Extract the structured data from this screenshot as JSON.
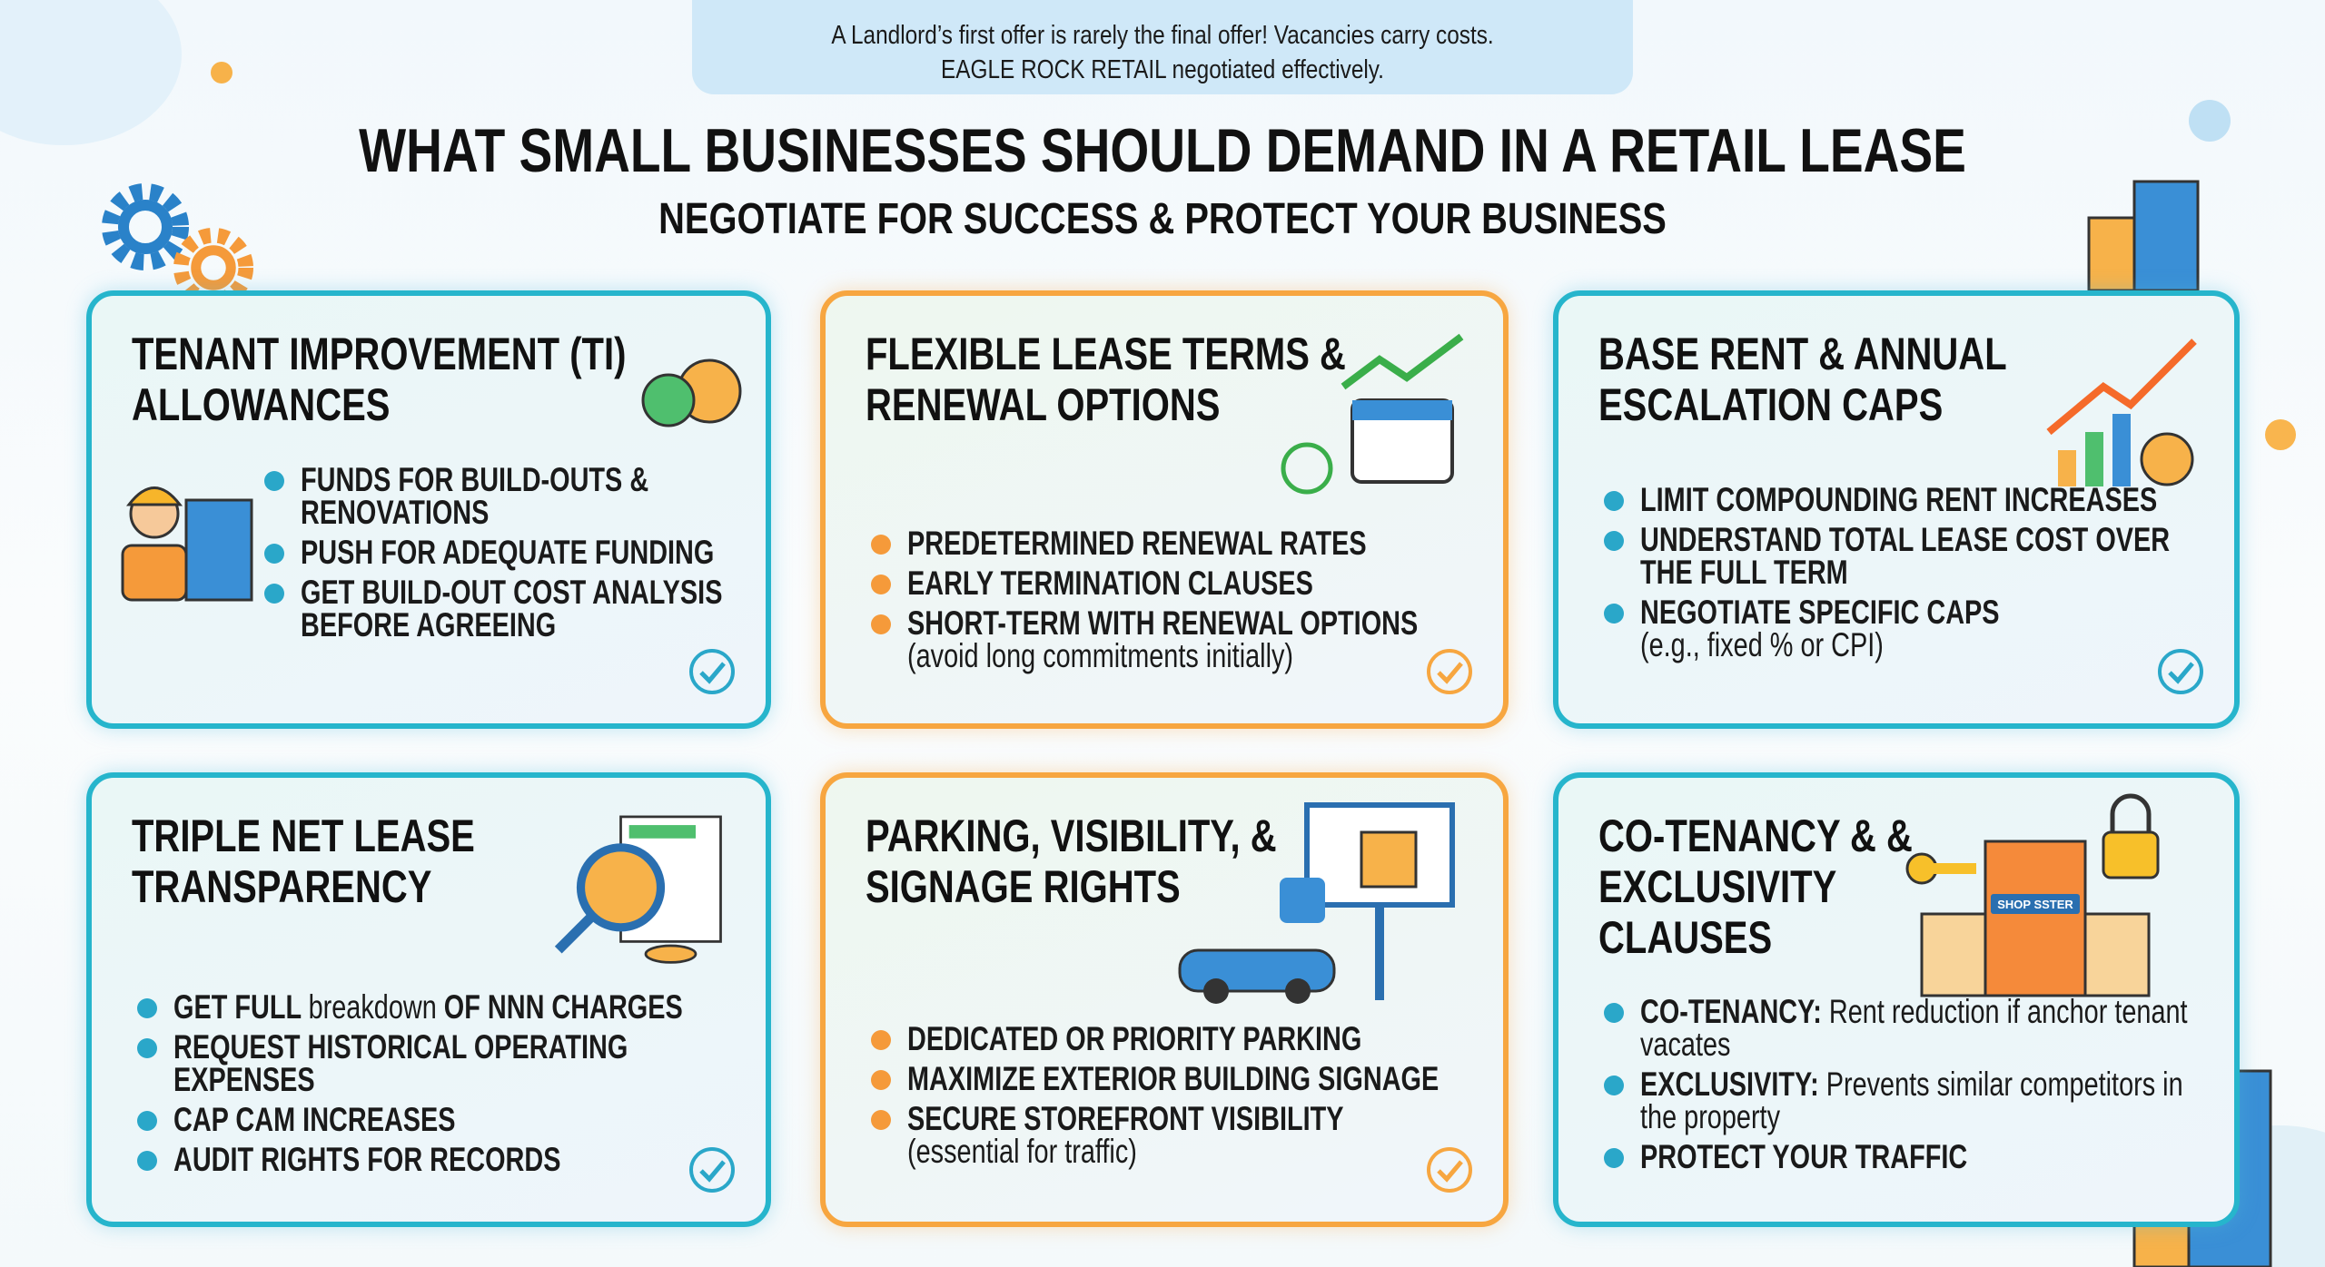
{
  "banner": {
    "line1": "A Landlord’s first offer is rarely the final offer! Vacancies carry costs.",
    "line2": "EAGLE ROCK RETAIL negotiated effectively."
  },
  "title": "WHAT SMALL BUSINESSES SHOULD DEMAND IN A RETAIL LEASE",
  "subtitle": "NEGOTIATE FOR SUCCESS & PROTECT YOUR BUSINESS",
  "colors": {
    "teal": "#26b5cc",
    "orange": "#f7a640",
    "bullet_teal": "#2aa7c9",
    "bullet_orange": "#f59a3a"
  },
  "cards": [
    {
      "title": "TENANT IMPROVEMENT (TI) ALLOWANCES",
      "icon": "worker-blueprint-money-bags-icon",
      "bullets": [
        {
          "bold": "FUNDS FOR BUILD-OUTS & RENOVATIONS",
          "normal": ""
        },
        {
          "bold": "PUSH FOR ADEQUATE FUNDING",
          "normal": ""
        },
        {
          "bold": "GET BUILD-OUT COST ANALYSIS BEFORE AGREEING",
          "normal": ""
        }
      ]
    },
    {
      "title": "FLEXIBLE LEASE TERMS & RENEWAL OPTIONS",
      "icon": "calendar-trend-icon",
      "bullets": [
        {
          "bold": "PREDETERMINED RENEWAL RATES",
          "normal": ""
        },
        {
          "bold": "EARLY TERMINATION CLAUSES",
          "normal": ""
        },
        {
          "bold": "SHORT-TERM WITH RENEWAL OPTIONS",
          "normal": "(avoid long commitments initially)"
        }
      ]
    },
    {
      "title": "BASE RENT & ANNUAL ESCALATION CAPS",
      "icon": "bar-chart-coin-icon",
      "bullets": [
        {
          "bold": "LIMIT COMPOUNDING RENT INCREASES",
          "normal": ""
        },
        {
          "bold": "UNDERSTAND TOTAL LEASE COST OVER THE FULL TERM",
          "normal": ""
        },
        {
          "bold": "NEGOTIATE SPECIFIC CAPS",
          "normal": "(e.g., fixed % or CPI)"
        }
      ]
    },
    {
      "title": "TRIPLE NET LEASE TRANSPARENCY",
      "icon": "magnifier-spreadsheet-coins-icon",
      "bullets": [
        {
          "bold": "GET FULL ",
          "mid": "breakdown",
          "tail": " OF NNN CHARGES"
        },
        {
          "bold": "REQUEST HISTORICAL OPERATING EXPENSES",
          "normal": ""
        },
        {
          "bold": "CAP CAM INCREASES",
          "normal": ""
        },
        {
          "bold": "AUDIT RIGHTS FOR RECORDS",
          "normal": ""
        }
      ]
    },
    {
      "title": "PARKING, VISIBILITY, & SIGNAGE RIGHTS",
      "icon": "car-parking-billboard-icon",
      "bullets": [
        {
          "bold": "DEDICATED OR PRIORITY PARKING",
          "normal": ""
        },
        {
          "bold": "MAXIMIZE EXTERIOR BUILDING SIGNAGE",
          "normal": ""
        },
        {
          "bold": "SECURE STOREFRONT VISIBILITY",
          "normal": "(essential for traffic)"
        }
      ]
    },
    {
      "title": "CO-TENANCY & & EXCLUSIVITY CLAUSES",
      "icon": "storefront-key-lock-icon",
      "sign": "SHOP SSTER",
      "bullets": [
        {
          "bold": "CO-TENANCY:",
          "normal": " Rent reduction if anchor tenant vacates"
        },
        {
          "bold": "EXCLUSIVITY:",
          "normal": " Prevents similar competitors in the property"
        },
        {
          "bold": "PROTECT YOUR TRAFFIC",
          "normal": ""
        }
      ]
    }
  ]
}
